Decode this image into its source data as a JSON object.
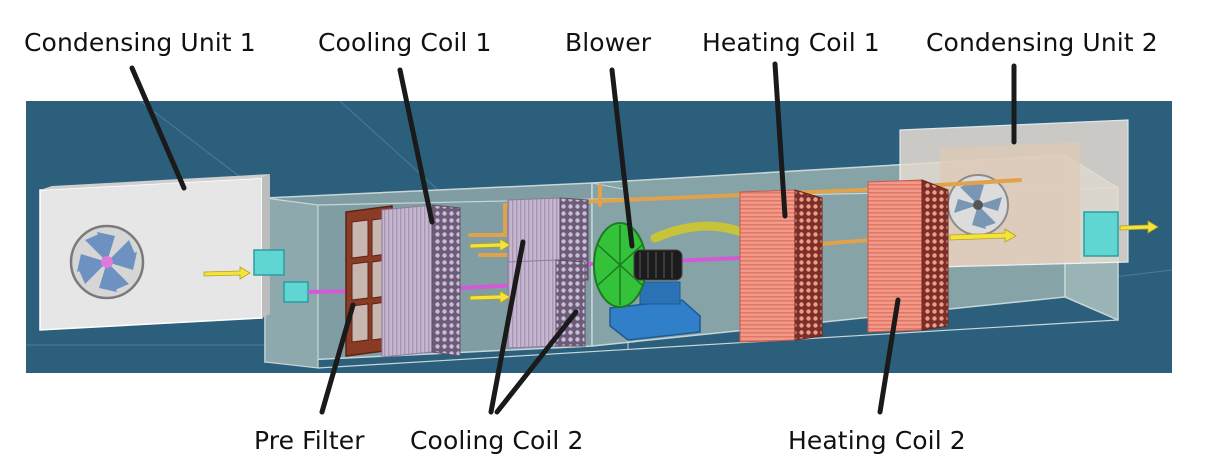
{
  "labels": {
    "condensing_unit_1": "Condensing Unit 1",
    "cooling_coil_1": "Cooling Coil 1",
    "blower": "Blower",
    "heating_coil_1": "Heating Coil 1",
    "condensing_unit_2": "Condensing Unit 2",
    "pre_filter": "Pre Filter",
    "cooling_coil_2": "Cooling Coil 2",
    "heating_coil_2": "Heating Coil 2"
  },
  "colors": {
    "background_panel": "#2b5f7c",
    "duct_glass": "#8aa6a8",
    "cooling_coil": "#b9a9c4",
    "heating_coil": "#ef8c7d",
    "pre_filter_frame": "#8a3b26",
    "blower_fan": "#34c23a",
    "motor_base": "#2f7fc9",
    "sensor": "#5fd6d2",
    "condensing_unit": "#e4e4e4",
    "air_arrow": "#f3e33a",
    "refrigerant_line": "#e0a24a",
    "pink_line": "#d25ad6"
  }
}
